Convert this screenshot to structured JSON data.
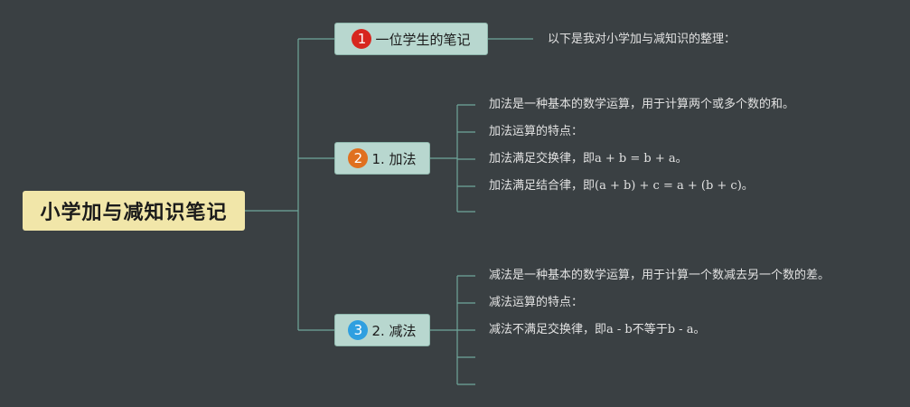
{
  "root": {
    "title": "小学加与减知识笔记"
  },
  "branches": [
    {
      "number": "1",
      "label": "一位学生的笔记",
      "color": "#d7261f",
      "icon": "number-1-circle-icon",
      "leaves": [
        "以下是我对小学加与减知识的整理："
      ]
    },
    {
      "number": "2",
      "label": "1. 加法",
      "color": "#e0701f",
      "icon": "number-2-circle-icon",
      "leaves": [
        "加法是一种基本的数学运算，用于计算两个或多个数的和。",
        "加法运算的特点：",
        "加法满足交换律，即a + b = b + a。",
        "加法满足结合律，即(a + b) + c = a + (b + c)。",
        ""
      ]
    },
    {
      "number": "3",
      "label": "2. 减法",
      "color": "#2f9fe0",
      "icon": "number-3-circle-icon",
      "leaves": [
        "减法是一种基本的数学运算，用于计算一个数减去另一个数的差。",
        "减法运算的特点：",
        "减法不满足交换律，即a - b不等于b - a。",
        "",
        ""
      ]
    }
  ],
  "colors": {
    "background": "#3a4043",
    "root_fill": "#f1e6a9",
    "branch_fill": "#b8d7cf",
    "connector": "#6fa69a",
    "leaf_text": "#e2e2e2"
  }
}
